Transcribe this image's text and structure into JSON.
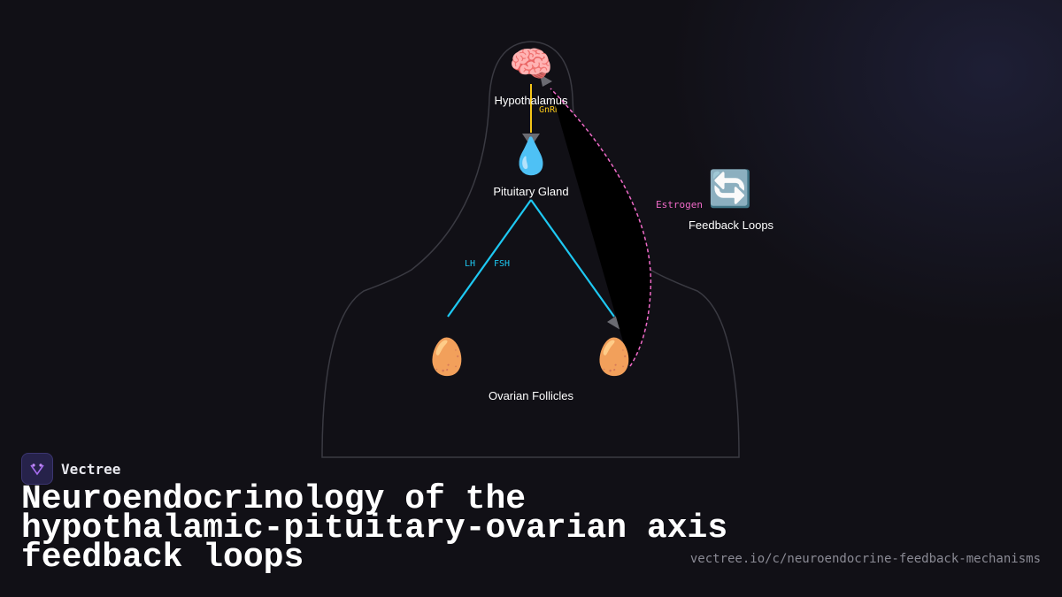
{
  "diagram": {
    "nodes": {
      "hypothalamus": {
        "icon": "brain-icon",
        "glyph": "🧠",
        "label": "Hypothalamus"
      },
      "pituitary": {
        "icon": "droplet-icon",
        "glyph": "💧",
        "label": "Pituitary Gland"
      },
      "follicle_left": {
        "icon": "egg-icon",
        "glyph": "🥚"
      },
      "follicle_right": {
        "icon": "egg-icon",
        "glyph": "🥚"
      },
      "follicles": {
        "label": "Ovarian Follicles"
      },
      "feedback": {
        "icon": "cycle-arrows-icon",
        "glyph": "🔄",
        "label": "Feedback Loops"
      }
    },
    "edges": {
      "gnrh": "GnRH",
      "lh": "LH",
      "fsh": "FSH",
      "estrogen": "Estrogen"
    },
    "colors": {
      "gnrh": "#f5c518",
      "lh_fsh": "#1ec8f2",
      "estrogen": "#f06ac8",
      "outline": "#3a3a42"
    }
  },
  "brand": {
    "name": "Vectree",
    "logo_icon": "vectree-logo-icon"
  },
  "title": "Neuroendocrinology of the hypothalamic-pituitary-ovarian axis feedback loops",
  "url": "vectree.io/c/neuroendocrine-feedback-mechanisms"
}
